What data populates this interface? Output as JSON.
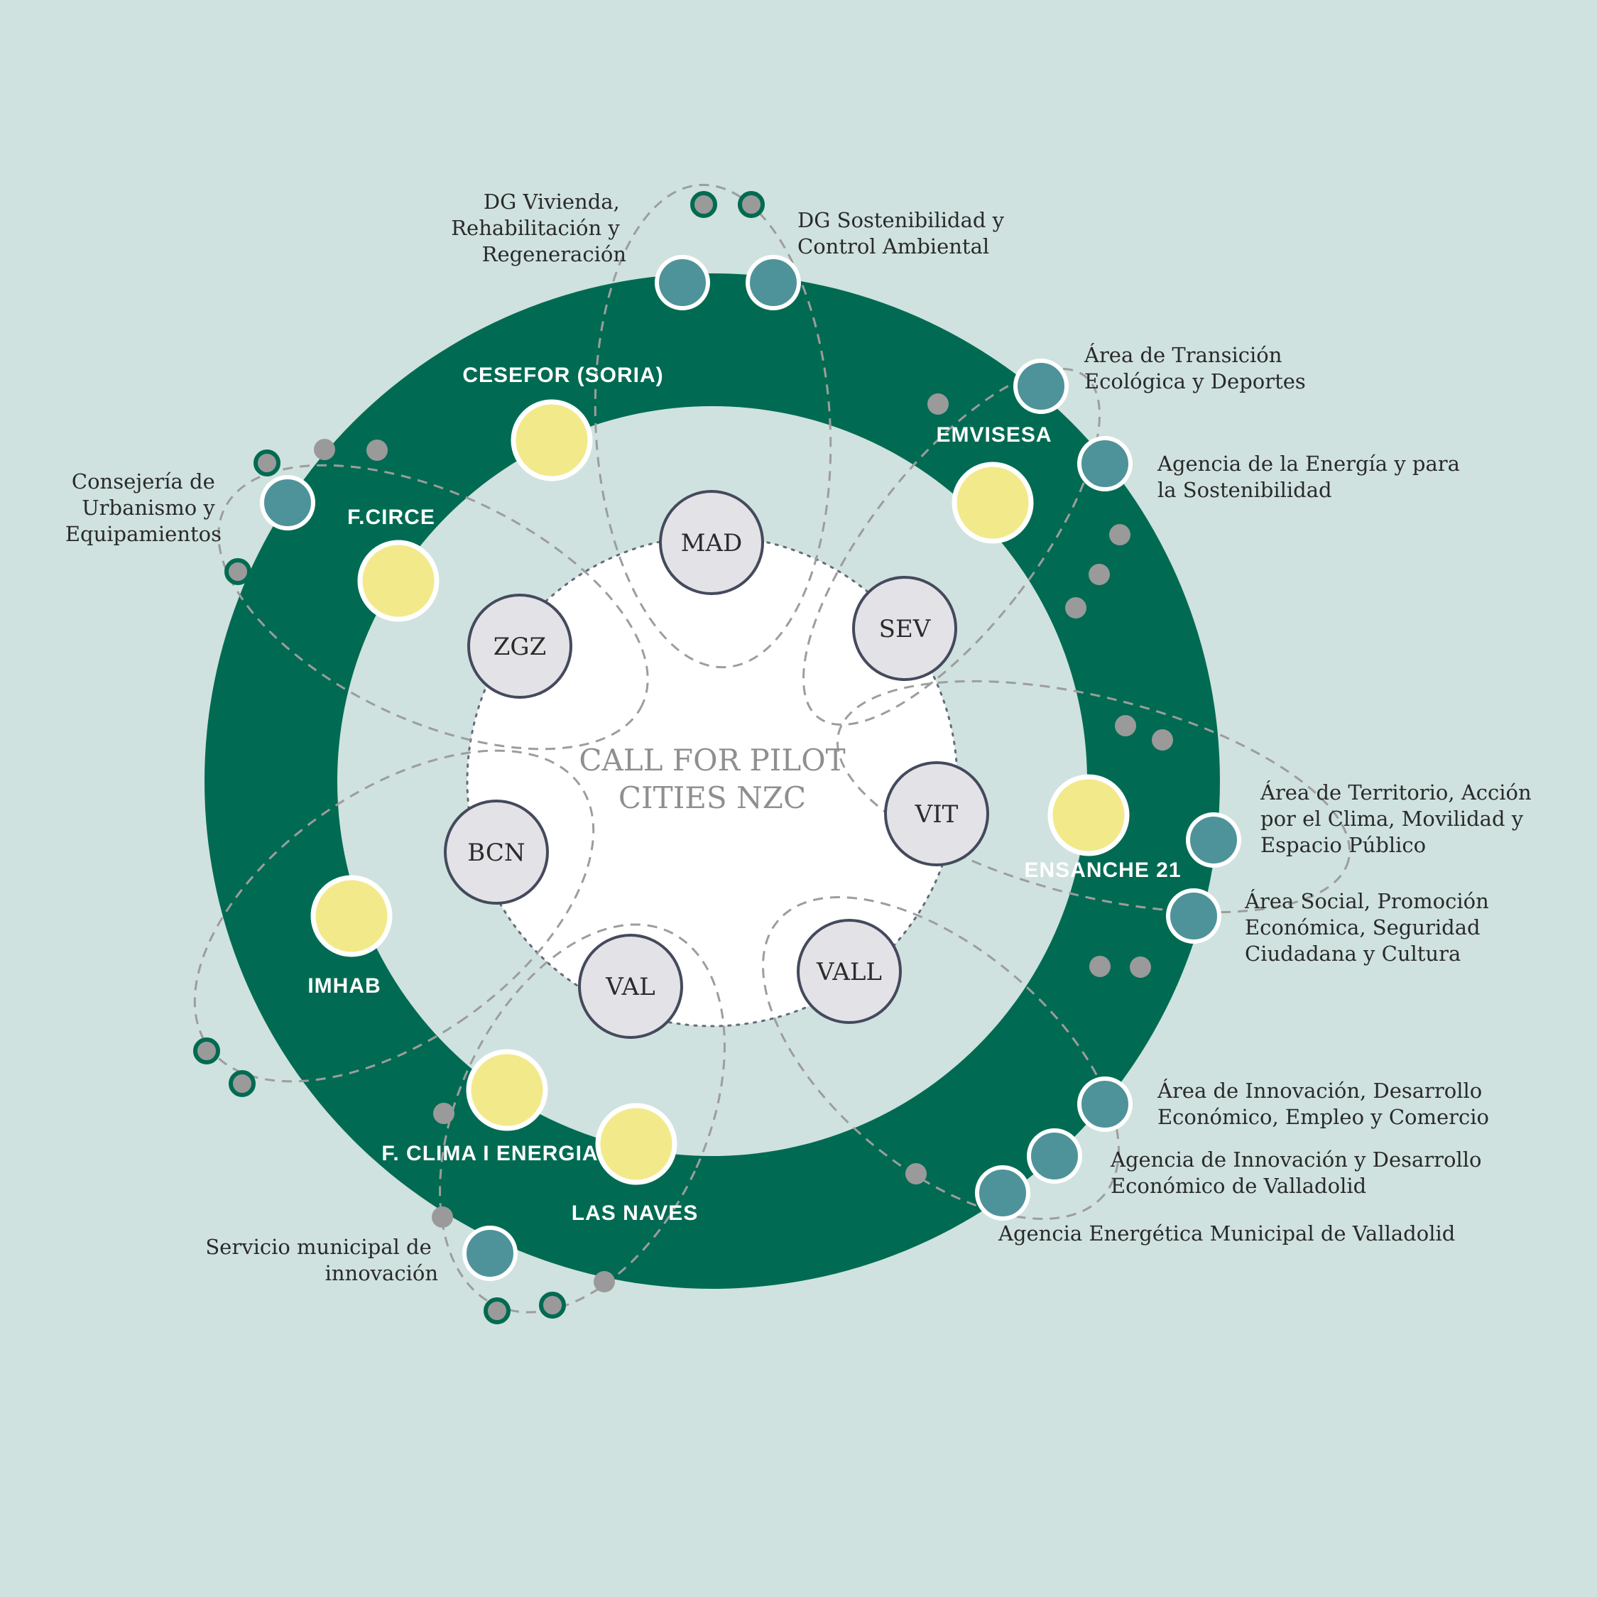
{
  "colors": {
    "background": "#cfe2df",
    "ring": "#006b52",
    "inner_disk": "#cfe2df",
    "center": "#ffffff",
    "city_fill": "#e3e2e7",
    "city_stroke": "#444a5c",
    "org_fill": "#f2e98a",
    "dept_fill": "#4e939a",
    "small_dot_fill": "#9a9a9a",
    "small_dot_ring": "#006b52",
    "dashed_line": "#9d9d9d"
  },
  "center": {
    "lines": [
      "CALL FOR PILOT",
      "CITIES NZC"
    ]
  },
  "cities": [
    "MAD",
    "SEV",
    "VIT",
    "VALL",
    "VAL",
    "BCN",
    "ZGZ"
  ],
  "organizations": [
    "CESEFOR (SORIA)",
    "EMVISESA",
    "ENSANCHE 21",
    "LAS NAVES",
    "F. CLIMA I ENERGIA",
    "IMHAB",
    "F.CIRCE"
  ],
  "departments": [
    {
      "lines": [
        "DG Vivienda,",
        "Rehabilitación y",
        "Regeneración"
      ]
    },
    {
      "lines": [
        "DG Sostenibilidad y",
        "Control Ambiental"
      ]
    },
    {
      "lines": [
        "Área de Transición",
        "Ecológica y Deportes"
      ]
    },
    {
      "lines": [
        "Agencia de la Energía y para",
        "la Sostenibilidad"
      ]
    },
    {
      "lines": [
        "Consejería de",
        "Urbanismo y",
        "Equipamientos"
      ]
    },
    {
      "lines": [
        "Área de Territorio, Acción",
        "por el Clima, Movilidad y",
        "Espacio Público"
      ]
    },
    {
      "lines": [
        "Área Social, Promoción",
        "Económica, Seguridad",
        "Ciudadana y Cultura"
      ]
    },
    {
      "lines": [
        "Área de Innovación, Desarrollo",
        "Económico, Empleo y Comercio"
      ]
    },
    {
      "lines": [
        "Agencia de Innovación y Desarrollo",
        "Económico de Valladolid"
      ]
    },
    {
      "lines": [
        "Agencia Energética Municipal de Valladolid"
      ]
    },
    {
      "lines": [
        "Servicio municipal de",
        "innovación"
      ]
    }
  ]
}
